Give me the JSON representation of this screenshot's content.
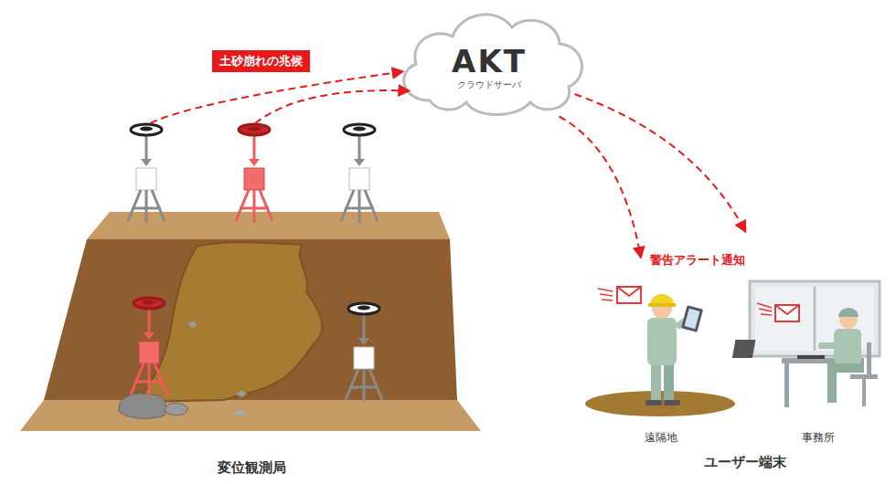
{
  "diagram": {
    "nodes": [
      {
        "text": [
          "変位観測局"
        ]
      },
      {
        "text": [
          "AKT",
          "クラウドサーバ"
        ]
      },
      {
        "text": [
          "遠隔地"
        ]
      },
      {
        "text": [
          "事務所"
        ]
      }
    ],
    "edges": [
      {
        "from": 0,
        "to": 1,
        "label": "土砂崩れの兆候",
        "arrow": "to"
      },
      {
        "from": 0,
        "to": 1,
        "arrow": "to"
      },
      {
        "from": 1,
        "to": 2,
        "arrow": "to"
      },
      {
        "from": 1,
        "to": 3,
        "arrow": "to"
      }
    ],
    "labels": [
      "警告アラート通知",
      "ユーザー端末"
    ]
  }
}
